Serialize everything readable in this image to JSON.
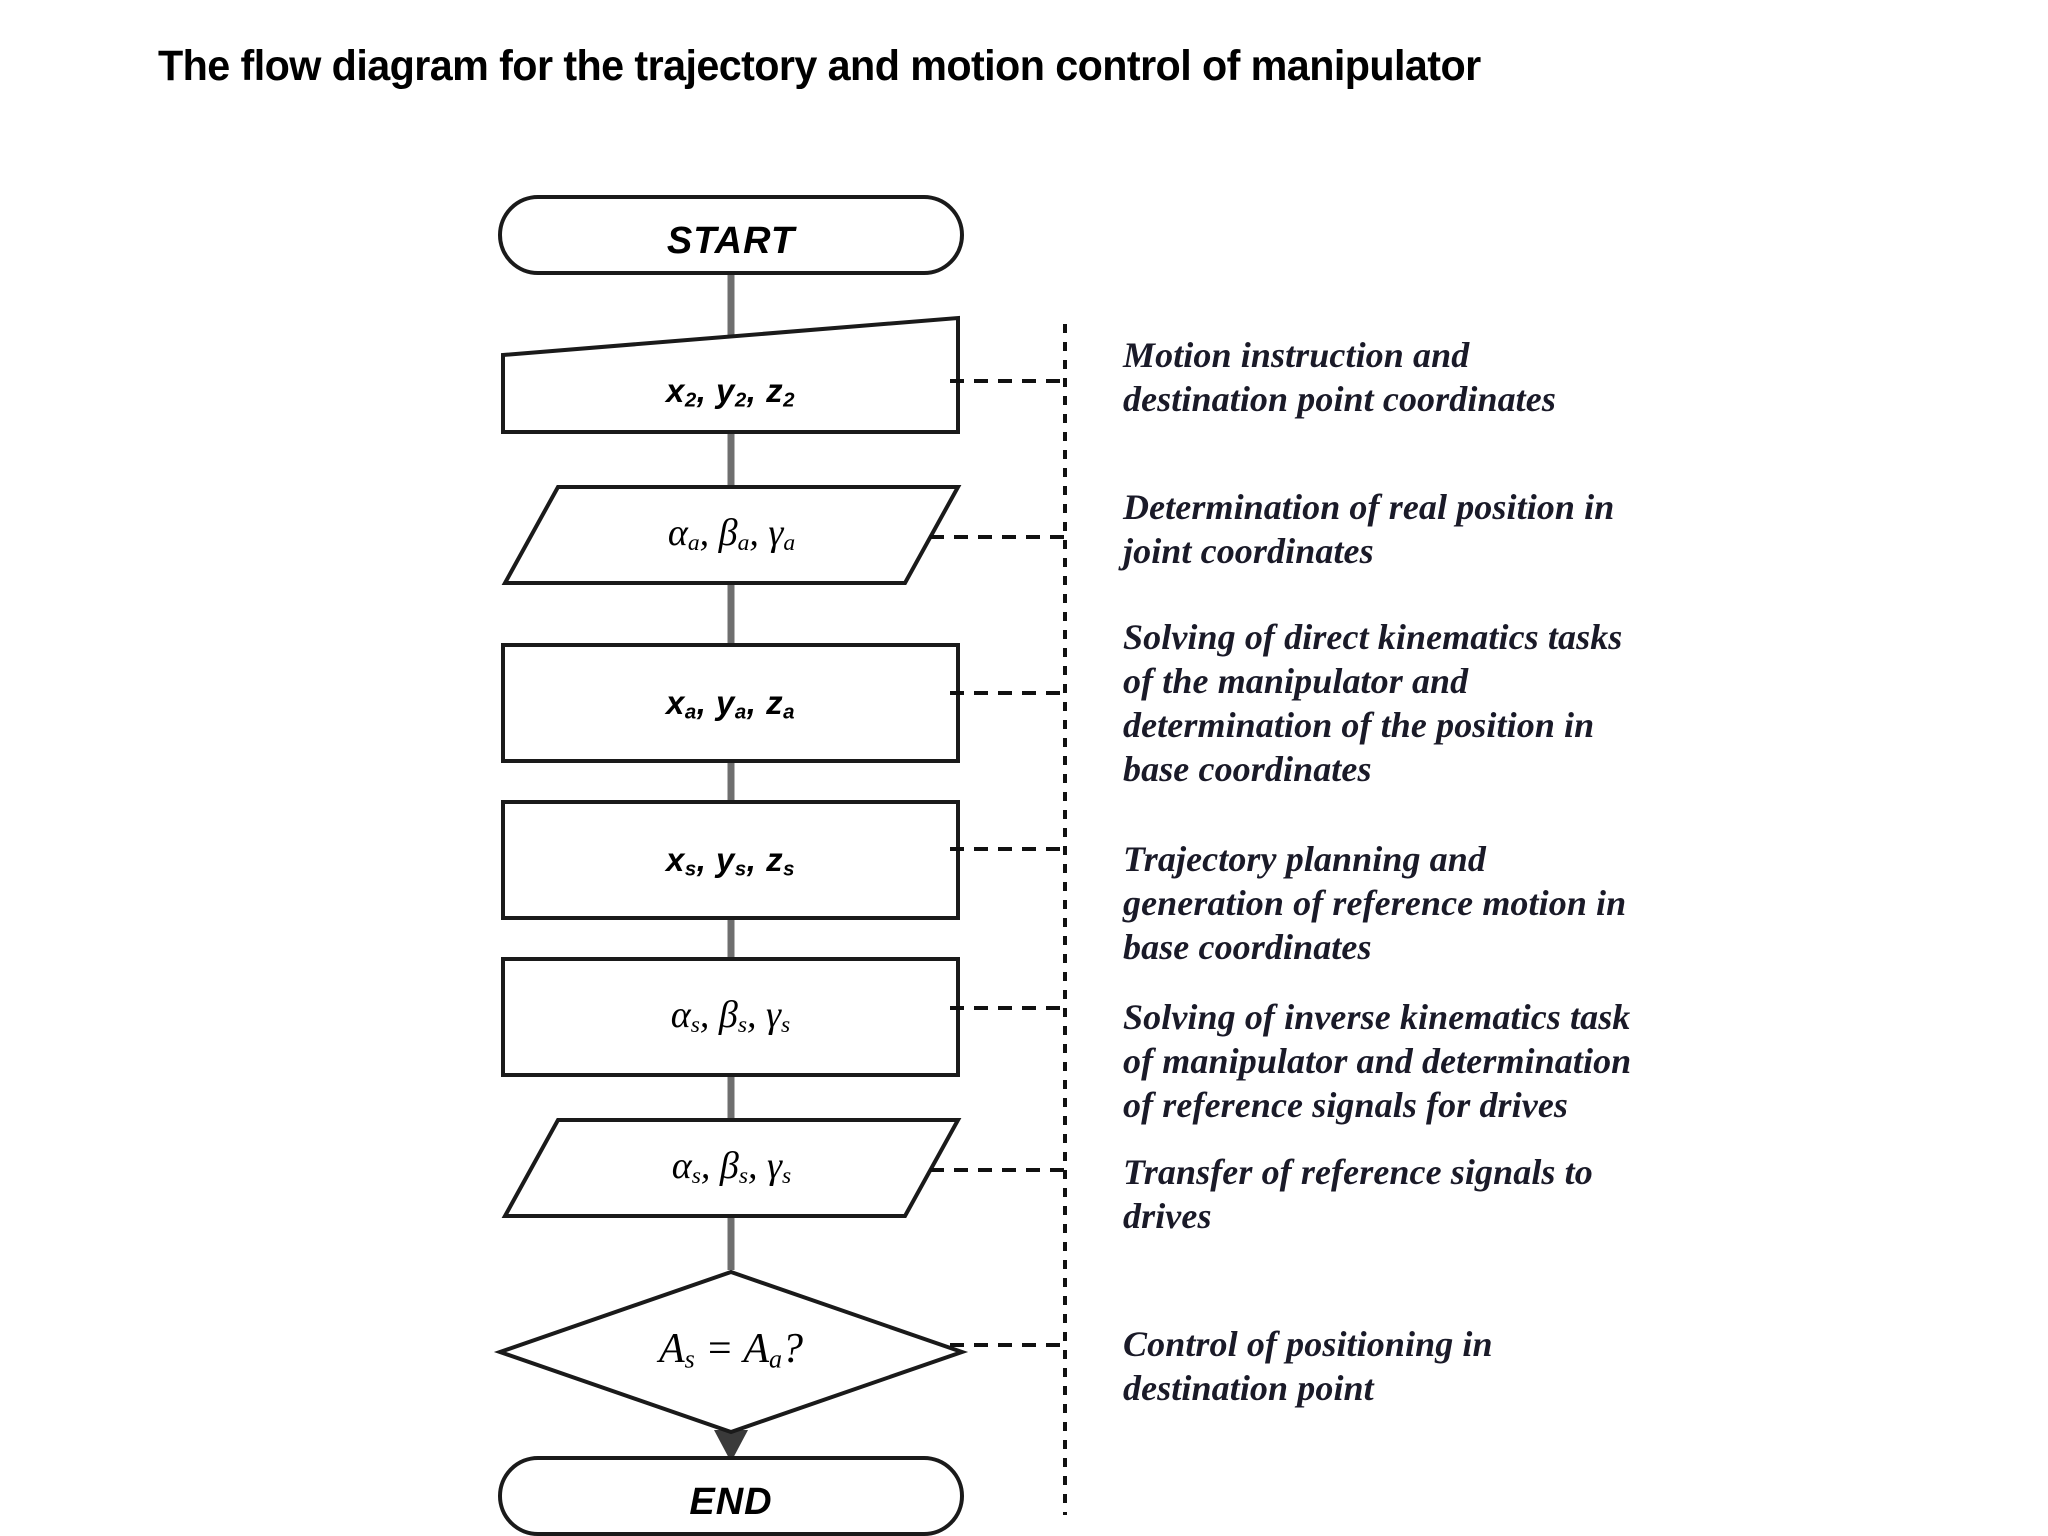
{
  "title": "The flow diagram for the trajectory and motion control of manipulator",
  "colors": {
    "stroke": "#1a1a1a",
    "connector": "#6f6f6f",
    "dashed": "#111111",
    "text": "#000000",
    "note_text": "#1a1a28",
    "background": "#ffffff"
  },
  "flow": {
    "nodes": [
      {
        "id": "start",
        "shape": "terminator",
        "label": "START",
        "style": "term"
      },
      {
        "id": "input2",
        "shape": "slanted-top",
        "label_html": "x<sub>2</sub>, y<sub>2</sub>, z<sub>2</sub>",
        "label": "x2, y2, z2",
        "style": "sans"
      },
      {
        "id": "joint-a",
        "shape": "parallelogram",
        "label_html": "α<sub>a</sub>, β<sub>a</sub>, γ<sub>a</sub>",
        "label": "αa, βa, γa",
        "style": "serif"
      },
      {
        "id": "base-a",
        "shape": "rectangle",
        "label_html": "x<sub>a</sub>, y<sub>a</sub>, z<sub>a</sub>",
        "label": "xa, ya, za",
        "style": "sans"
      },
      {
        "id": "base-s",
        "shape": "rectangle",
        "label_html": "x<sub>s</sub>, y<sub>s</sub>, z<sub>s</sub>",
        "label": "xs, ys, zs",
        "style": "sans"
      },
      {
        "id": "joint-s",
        "shape": "rectangle",
        "label_html": "α<sub>s</sub>, β<sub>s</sub>, γ<sub>s</sub>",
        "label": "αs, βs, γs",
        "style": "serif"
      },
      {
        "id": "out-s",
        "shape": "parallelogram",
        "label_html": "α<sub>s</sub>, β<sub>s</sub>, γ<sub>s</sub>",
        "label": "αs, βs, γs",
        "style": "serif"
      },
      {
        "id": "check",
        "shape": "diamond",
        "label_html": "A<sub>s</sub> = A<sub>a</sub>?",
        "label": "As = Aa?",
        "style": "serif"
      },
      {
        "id": "end",
        "shape": "terminator",
        "label": "END",
        "style": "term"
      }
    ]
  },
  "notes": [
    {
      "id": "note-1",
      "lines": [
        "Motion instruction and",
        "destination point coordinates"
      ]
    },
    {
      "id": "note-2",
      "lines": [
        "Determination of real position in",
        "joint coordinates"
      ]
    },
    {
      "id": "note-3",
      "lines": [
        "Solving of direct kinematics tasks",
        "of  the  manipulator and",
        "determination of the  position in",
        "base coordinates"
      ]
    },
    {
      "id": "note-4",
      "lines": [
        "Trajectory planning and",
        "generation of reference motion in",
        "base coordinates"
      ]
    },
    {
      "id": "note-5",
      "lines": [
        "Solving of inverse kinematics task",
        "of manipulator and determination",
        "of reference signals for drives"
      ]
    },
    {
      "id": "note-6",
      "lines": [
        "Transfer of reference signals to",
        "drives"
      ]
    },
    {
      "id": "note-7",
      "lines": [
        "Control of positioning in",
        "destination point"
      ]
    }
  ]
}
